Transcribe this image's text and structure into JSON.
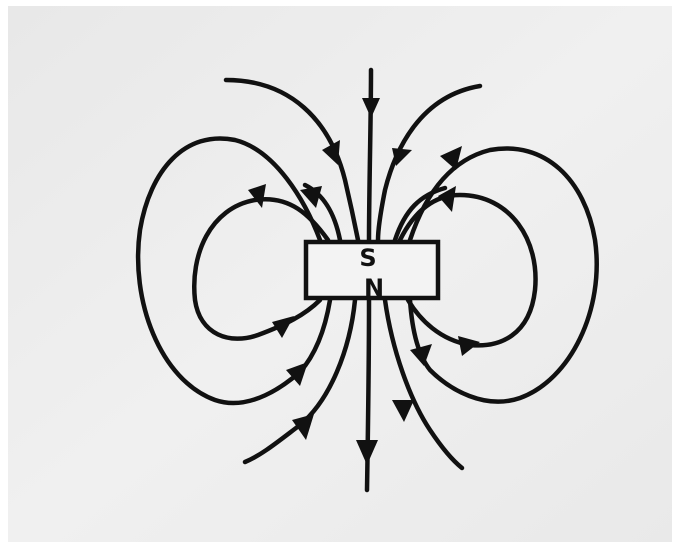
{
  "diagram": {
    "magnet": {
      "pole_top": "S",
      "pole_bottom": "N"
    },
    "colors": {
      "paper": "#ececec",
      "ink": "#111111",
      "border": "#ffffff"
    },
    "field_lines": [
      {
        "name": "field-line-center"
      },
      {
        "name": "field-line-inner-left"
      },
      {
        "name": "field-line-inner-right"
      },
      {
        "name": "field-line-outer-left"
      },
      {
        "name": "field-line-outer-right"
      },
      {
        "name": "field-line-loop-inner-left"
      },
      {
        "name": "field-line-loop-inner-right"
      },
      {
        "name": "field-line-loop-outer-left"
      },
      {
        "name": "field-line-loop-outer-right"
      }
    ]
  }
}
